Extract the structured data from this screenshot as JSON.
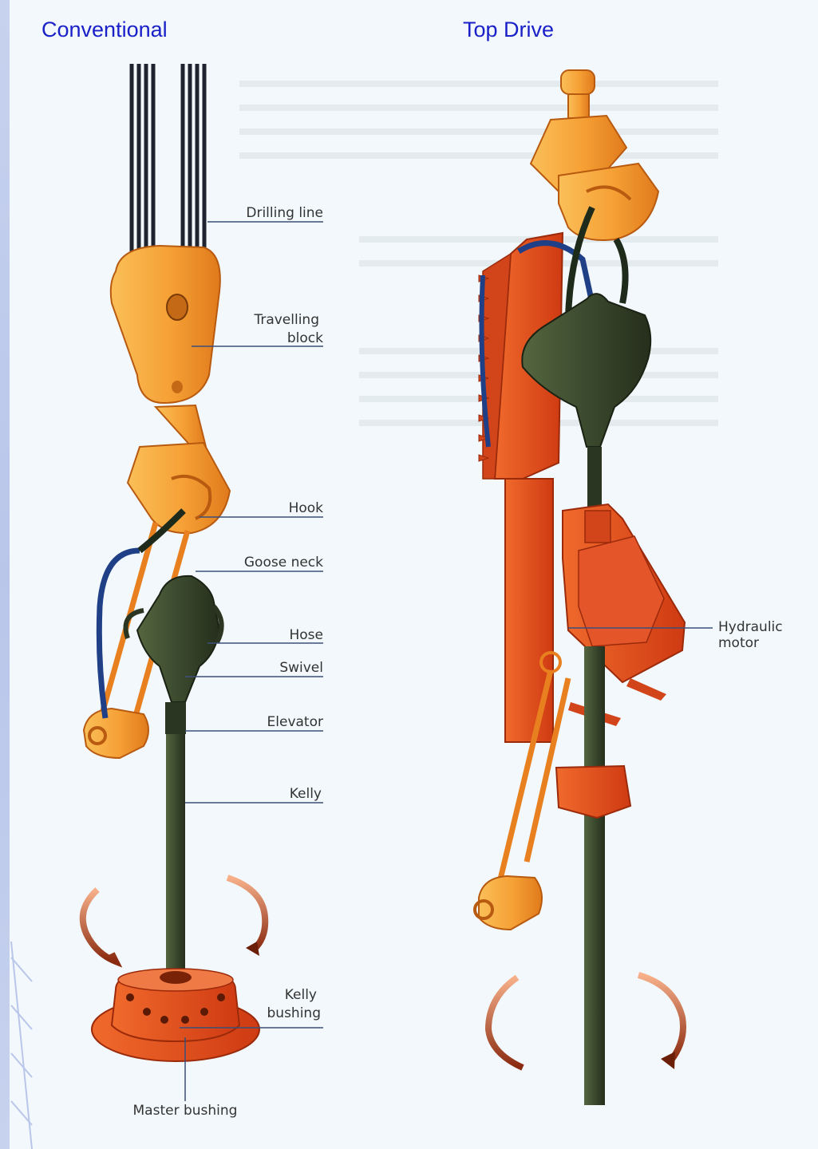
{
  "headings": {
    "conventional": "Conventional",
    "top_drive": "Top Drive"
  },
  "labels": {
    "drilling_line": "Drilling line",
    "travelling_block_1": "Travelling",
    "travelling_block_2": "block",
    "hook": "Hook",
    "goose_neck": "Goose neck",
    "hose": "Hose",
    "swivel": "Swivel",
    "elevator": "Elevator",
    "kelly": "Kelly",
    "kelly_bushing_1": "Kelly",
    "kelly_bushing_2": "bushing",
    "master_bushing": "Master bushing",
    "hydraulic_motor_1": "Hydraulic",
    "hydraulic_motor_2": "motor"
  },
  "colors": {
    "orange_light": "#f7a83a",
    "orange_dark": "#e3701c",
    "red_orange": "#e24a1e",
    "dark_green": "#3b4a2e",
    "hose_blue": "#1f3f86",
    "heading_blue": "#1a21c8"
  }
}
